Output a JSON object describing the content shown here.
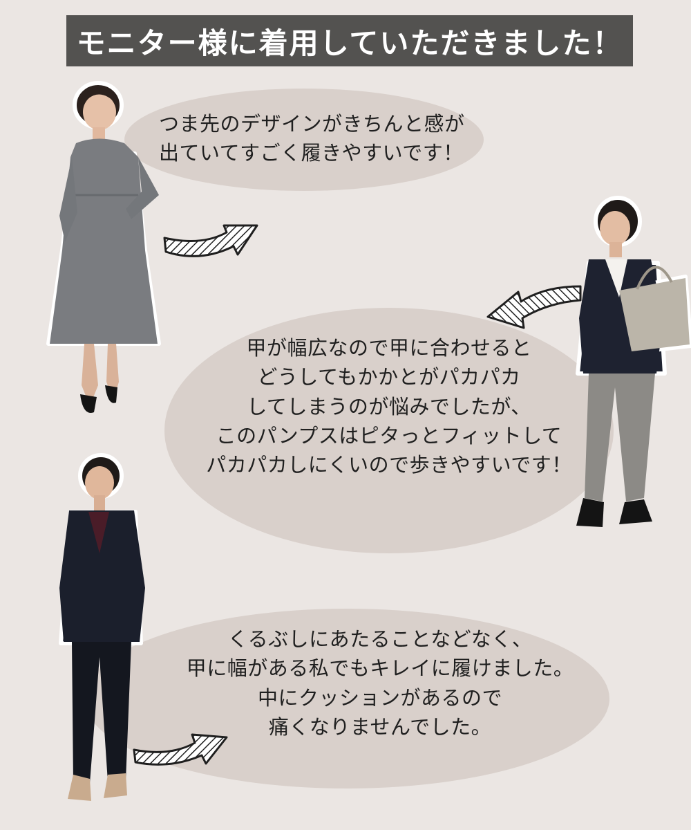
{
  "banner": {
    "title": "モニター様に着用していただきました！"
  },
  "testimonials": [
    {
      "lines": [
        "つま先のデザインがきちんと感が",
        "出ていてすごく履きやすいです！"
      ]
    },
    {
      "lines": [
        "甲が幅広なので甲に合わせると",
        "どうしてもかかとがパカパカ",
        "してしまうのが悩みでしたが、",
        "このパンプスはピタっとフィットして",
        "パカパカしにくいので歩きやすいです！"
      ]
    },
    {
      "lines": [
        "くるぶしにあたることなどなく、",
        "甲に幅がある私でもキレイに履けました。",
        "中にクッションがあるので",
        "痛くなりませんでした。"
      ]
    }
  ],
  "colors": {
    "background": "#ebe6e3",
    "banner": "#535250",
    "bubble": "#d9d0cb",
    "text": "#1f1f1f"
  }
}
